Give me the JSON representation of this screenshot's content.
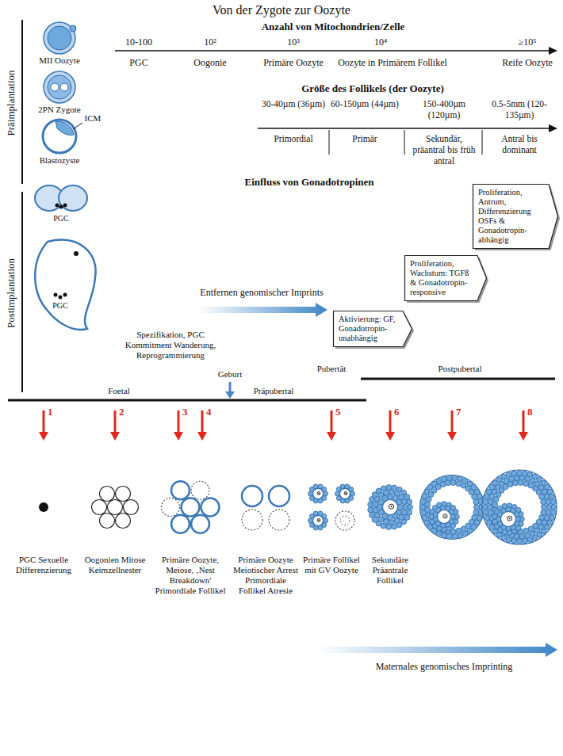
{
  "diagram": {
    "title": "Von der Zygote zur Oozyte",
    "nodes": [
      {
        "text": [
          "Proliferation, Antrum, Differenzierung OSFs & Gonadotropin-abhängig"
        ]
      },
      {
        "text": [
          "Proliferation, Wachstum: TGFß & Gonadotropin-responsive"
        ]
      },
      {
        "text": [
          "Aktivierung: GF, Gonadotropin-unabhängig"
        ]
      }
    ],
    "labels": [
      "Präimplantation",
      "Postimplantation",
      "MII Oozyte",
      "2PN Zygote",
      "ICM",
      "Blastozyste",
      "PGC",
      "PGC",
      "Anzahl von Mitochondrien/Zelle",
      "10-100",
      "10²",
      "10³",
      "10⁴",
      "≥10⁵",
      "PGC",
      "Oogonie",
      "Primäre Oozyte",
      "Oozyte in Primärem Follikel",
      "Reife Oozyte",
      "Größe des Follikels (der Oozyte)",
      "30-40µm (36µm)",
      "60-150µm (44µm)",
      "150-400µm (120µm)",
      "0.5-5mm (120-135µm)",
      "Primordial",
      "Primär",
      "Sekundär, präantral bis früh antral",
      "Antral bis dominant",
      "Einfluss von Gonadotropinen",
      "Entfernen genomischer Imprints",
      "Spezifikation, PGC Kommitment Wanderung, Reprogrammierung",
      "Foetal",
      "Geburt",
      "Präpubertal",
      "Pubertät",
      "Postpubertal",
      "1",
      "2",
      "3",
      "4",
      "5",
      "6",
      "7",
      "8",
      "PGC Sexuelle Differenzierung",
      "Oogonien Mitose Keimzellnester",
      "Primäre Oozyte, Meiose, ‚Nest Breakdown' Primordiale Follikel",
      "Primäre Oozyte Meiotischer Arrest Primordiale Follikel Atresie",
      "Primäre Follikel mit GV Oozyte",
      "Sekundäre Präantrale Follikel",
      "Maternales genomisches Imprinting"
    ]
  }
}
